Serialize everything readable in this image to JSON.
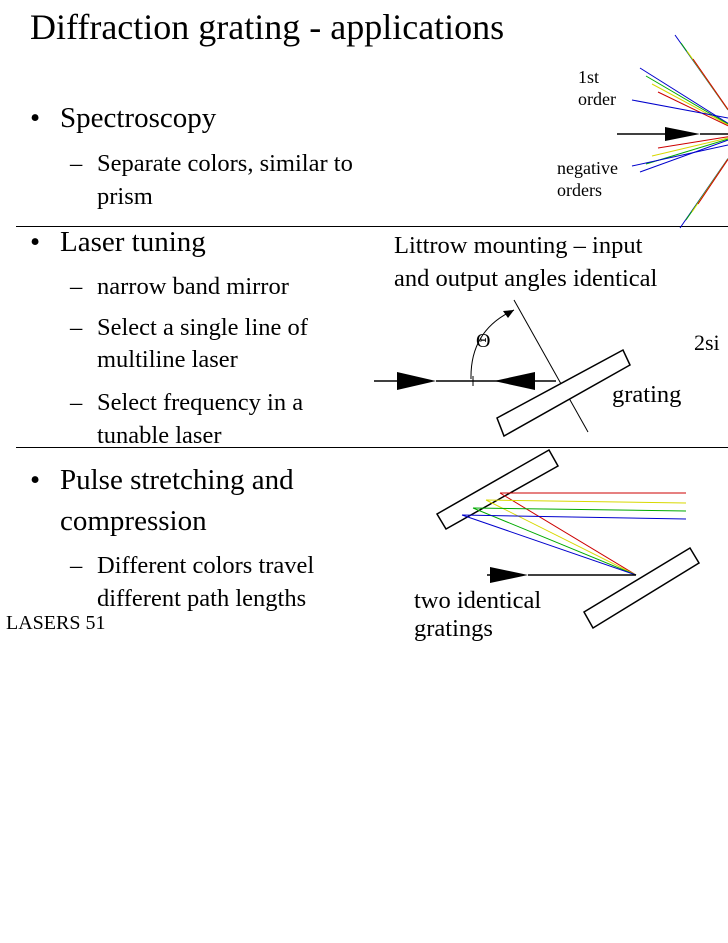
{
  "slide": {
    "title": "Diffraction grating - applications",
    "footer": "LASERS 51"
  },
  "sections": [
    {
      "bullet": "Spectroscopy",
      "subs": [
        {
          "line1": "Separate colors, similar to",
          "line2": "prism"
        }
      ]
    },
    {
      "bullet": "Laser tuning",
      "subs": [
        {
          "line1": "narrow band mirror"
        },
        {
          "line1": "Select a single line of",
          "line2": "multiline laser"
        },
        {
          "line1": "Select frequency in a",
          "line2": "tunable laser"
        }
      ]
    },
    {
      "bullet_line1": "Pulse stretching and",
      "bullet_line2": "compression",
      "subs": [
        {
          "line1": "Different colors travel",
          "line2": "different path lengths"
        }
      ]
    }
  ],
  "diagram1": {
    "first_order_line1": "1st",
    "first_order_line2": "order",
    "negative_line1": "negative",
    "negative_line2": "orders",
    "colors": [
      "#0000cc",
      "#00aa00",
      "#d8d800",
      "#cc0000"
    ]
  },
  "diagram2": {
    "caption_line1": "Littrow mounting – input",
    "caption_line2": "and output angles identical",
    "theta": "Θ",
    "grating": "grating",
    "formula_partial": "2si"
  },
  "diagram3": {
    "caption_line1": "two identical",
    "caption_line2": "gratings"
  }
}
